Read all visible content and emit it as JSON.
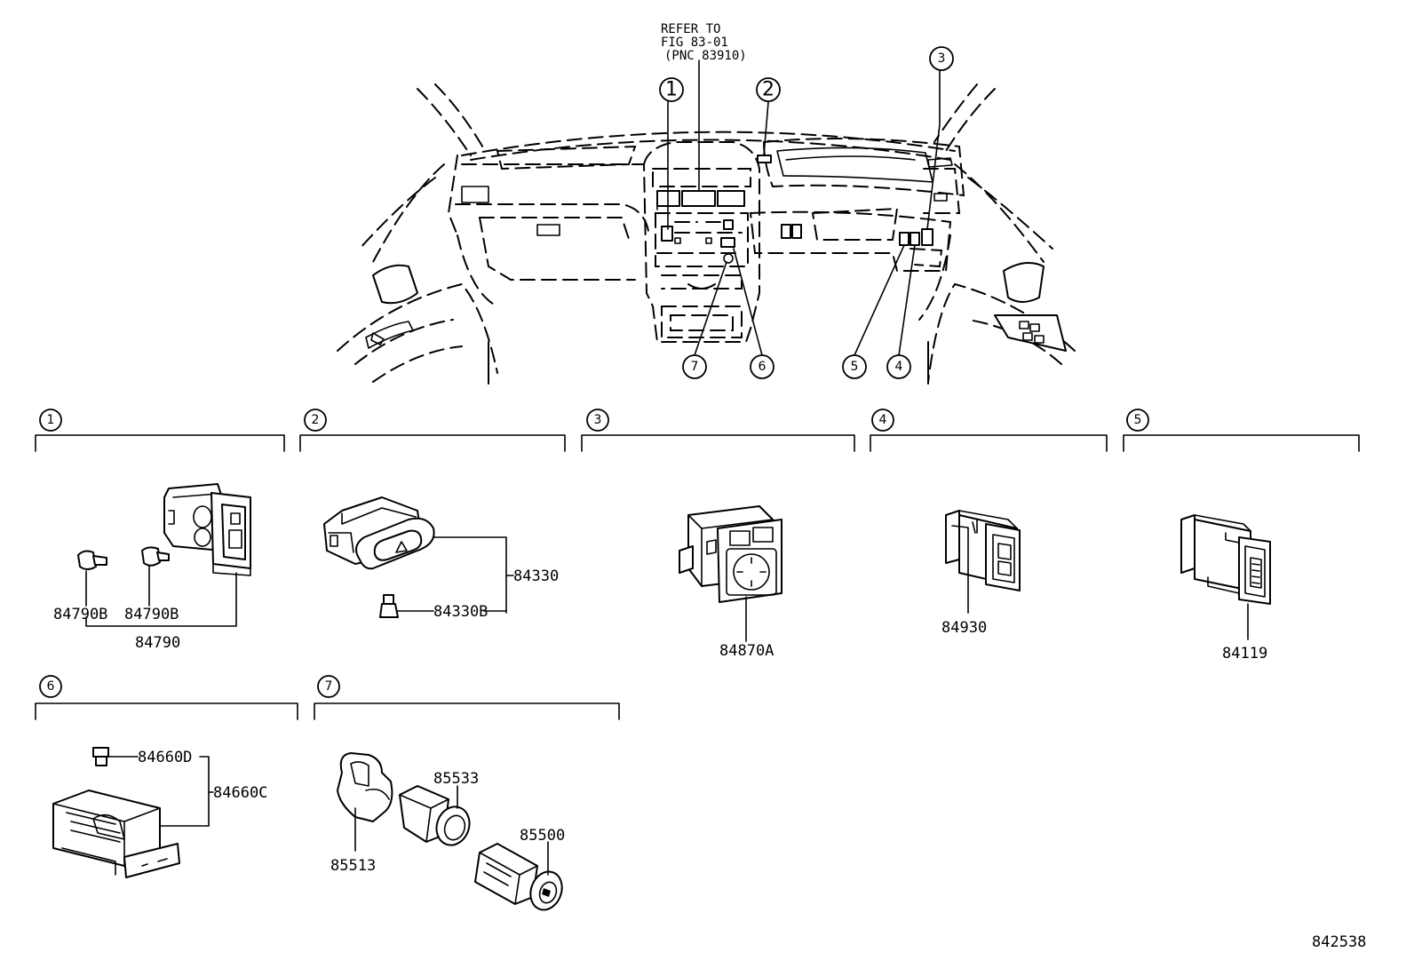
{
  "reference_note": {
    "line1": "REFER TO",
    "line2": "FIG 83-01",
    "line3": "(PNC 83910)"
  },
  "overview_callouts": [
    "1",
    "2",
    "3",
    "4",
    "5",
    "6",
    "7"
  ],
  "sections": [
    {
      "id": "1",
      "parts": [
        "84790B",
        "84790B",
        "84790"
      ]
    },
    {
      "id": "2",
      "parts": [
        "84330",
        "84330B"
      ]
    },
    {
      "id": "3",
      "parts": [
        "84870A"
      ]
    },
    {
      "id": "4",
      "parts": [
        "84930"
      ]
    },
    {
      "id": "5",
      "parts": [
        "84119"
      ]
    },
    {
      "id": "6",
      "parts": [
        "84660D",
        "84660C"
      ]
    },
    {
      "id": "7",
      "parts": [
        "85513",
        "85533",
        "85500"
      ]
    }
  ],
  "diagram_id": "842538"
}
